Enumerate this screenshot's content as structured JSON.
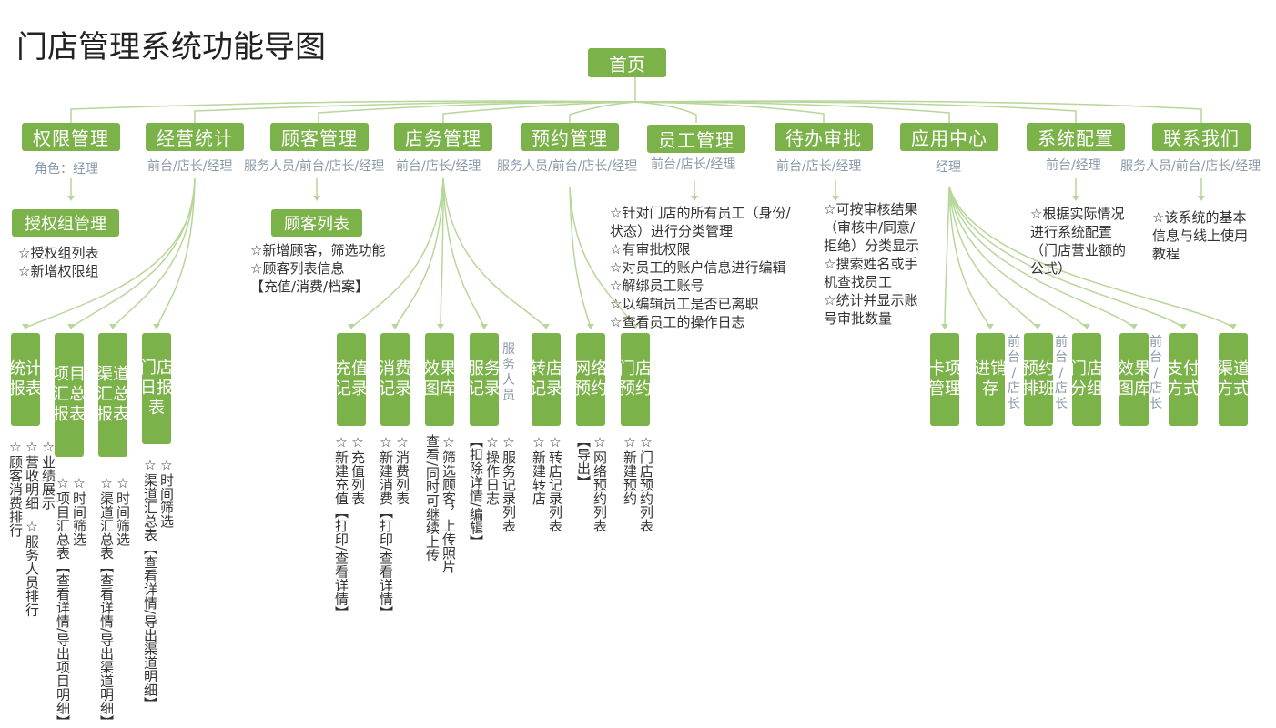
{
  "title": "门店管理系统功能导图",
  "root": "首页",
  "modules": [
    {
      "label": "权限管理",
      "role": "角色：经理"
    },
    {
      "label": "经营统计",
      "role": "前台/店长/经理"
    },
    {
      "label": "顾客管理",
      "role": "服务人员/前台/店长/经理"
    },
    {
      "label": "店务管理",
      "role": "前台/店长/经理"
    },
    {
      "label": "预约管理",
      "role": "服务人员/前台/店长/经理"
    },
    {
      "label": "员工管理",
      "role": "前台/店长/经理"
    },
    {
      "label": "待办审批",
      "role": "前台/店长/经理"
    },
    {
      "label": "应用中心",
      "role": "经理"
    },
    {
      "label": "系统配置",
      "role": "前台/经理"
    },
    {
      "label": "联系我们",
      "role": "服务人员/前台/店长/经理"
    }
  ],
  "sub_boxes": {
    "auth_group": "授权组管理",
    "customer_list": "顾客列表"
  },
  "descriptions": {
    "auth_group": "☆授权组列表\n☆新增权限组",
    "customer_list": "☆新增顾客，筛选功能\n☆顾客列表信息\n【充值/消费/档案】",
    "staff": "☆针对门店的所有员工（身份/\n状态）进行分类管理\n☆有审批权限\n☆对员工的账户信息进行编辑\n☆解绑员工账号\n☆以编辑员工是否已离职\n☆查看员工的操作日志",
    "approval": "☆可按审核结果\n（审核中/同意/\n拒绝）分类显示\n☆搜索姓名或手\n机查找员工\n☆统计并显示账\n号审批数量",
    "config": "☆根据实际情况\n进行系统配置\n（门店营业额的\n公式）",
    "contact": "☆该系统的基本\n信息与线上使用\n教程"
  },
  "leaves": [
    {
      "label": "统计\n报表",
      "cols": [
        "☆业绩展示\n☆营收明细",
        "☆服务人员排行\n☆顾客消费排行"
      ]
    },
    {
      "label": "项目\n汇总\n报表",
      "cols": [
        "☆时间筛选\n☆项目汇总表",
        "【查看详情/导出项目明细】"
      ]
    },
    {
      "label": "渠道\n汇总\n报表",
      "cols": [
        "☆时间筛选\n☆渠道汇总表",
        "【查看详情/导出渠道明细】"
      ]
    },
    {
      "label": "门店\n日报\n表",
      "cols": [
        "☆时间筛选\n☆渠道汇总表",
        "【查看详情/导出渠道明细】"
      ]
    },
    {
      "label": "充值\n记录",
      "cols": [
        "☆充值列表\n☆新建充值",
        "【打印/查看详情】"
      ]
    },
    {
      "label": "消费\n记录",
      "cols": [
        "☆消费列表\n☆新建消费",
        "【打印/查看详情】"
      ]
    },
    {
      "label": "效果\n图库",
      "cols": [
        "☆筛选顾客，上传照片",
        "查看/同时可继续上传"
      ]
    },
    {
      "label": "服务\n记录",
      "role": "服\n务\n人\n员",
      "cols": [
        "☆服务记录列表",
        "☆操作日志",
        "【扣除详情/编辑】"
      ]
    },
    {
      "label": "转店\n记录",
      "cols": [
        "☆转店记录列表",
        "☆新建转店"
      ]
    },
    {
      "label": "网络\n预约",
      "cols": [
        "☆网络预约列表",
        "【导出】"
      ]
    },
    {
      "label": "门店\n预约",
      "cols": [
        "☆门店预约列表",
        "☆新建预约"
      ]
    },
    {
      "label": "卡项\n管理"
    },
    {
      "label": "进销\n存",
      "role": "前\n台\n/\n店\n长"
    },
    {
      "label": "预约\n排班",
      "role": "前\n台\n/\n店\n长"
    },
    {
      "label": "门店\n分组"
    },
    {
      "label": "效果\n图库",
      "role": "前\n台\n/\n店\n长"
    },
    {
      "label": "支付\n方式"
    },
    {
      "label": "渠道\n方式"
    }
  ],
  "colors": {
    "node": "#7cb24a",
    "line": "#b7d69a",
    "role_text": "#8a99a8"
  }
}
